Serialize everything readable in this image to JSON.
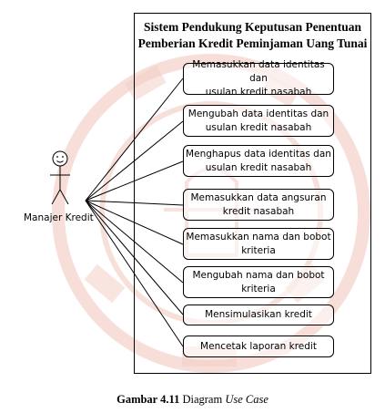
{
  "system": {
    "title_line1": "Sistem Pendukung Keputusan Penentuan",
    "title_line2": "Pemberian Kredit Peminjaman Uang Tunai"
  },
  "actor": {
    "label": "Manajer Kredit"
  },
  "use_cases": [
    {
      "line1": "Memasukkan data identitas dan",
      "line2": "usulan kredit nasabah"
    },
    {
      "line1": "Mengubah data identitas dan",
      "line2": "usulan kredit nasabah"
    },
    {
      "line1": "Menghapus data identitas dan",
      "line2": "usulan kredit nasabah"
    },
    {
      "line1": "Memasukkan data angsuran",
      "line2": "kredit nasabah"
    },
    {
      "line1": "Memasukkan nama dan bobot",
      "line2": "kriteria"
    },
    {
      "line1": "Mengubah nama dan bobot",
      "line2": "kriteria"
    },
    {
      "line1": "Mensimulasikan kredit",
      "line2": ""
    },
    {
      "line1": "Mencetak laporan kredit",
      "line2": ""
    }
  ],
  "caption": {
    "number": "Gambar 4.11",
    "text": "Diagram",
    "italic": "Use Case"
  },
  "watermark_color": "#f6dcd6"
}
